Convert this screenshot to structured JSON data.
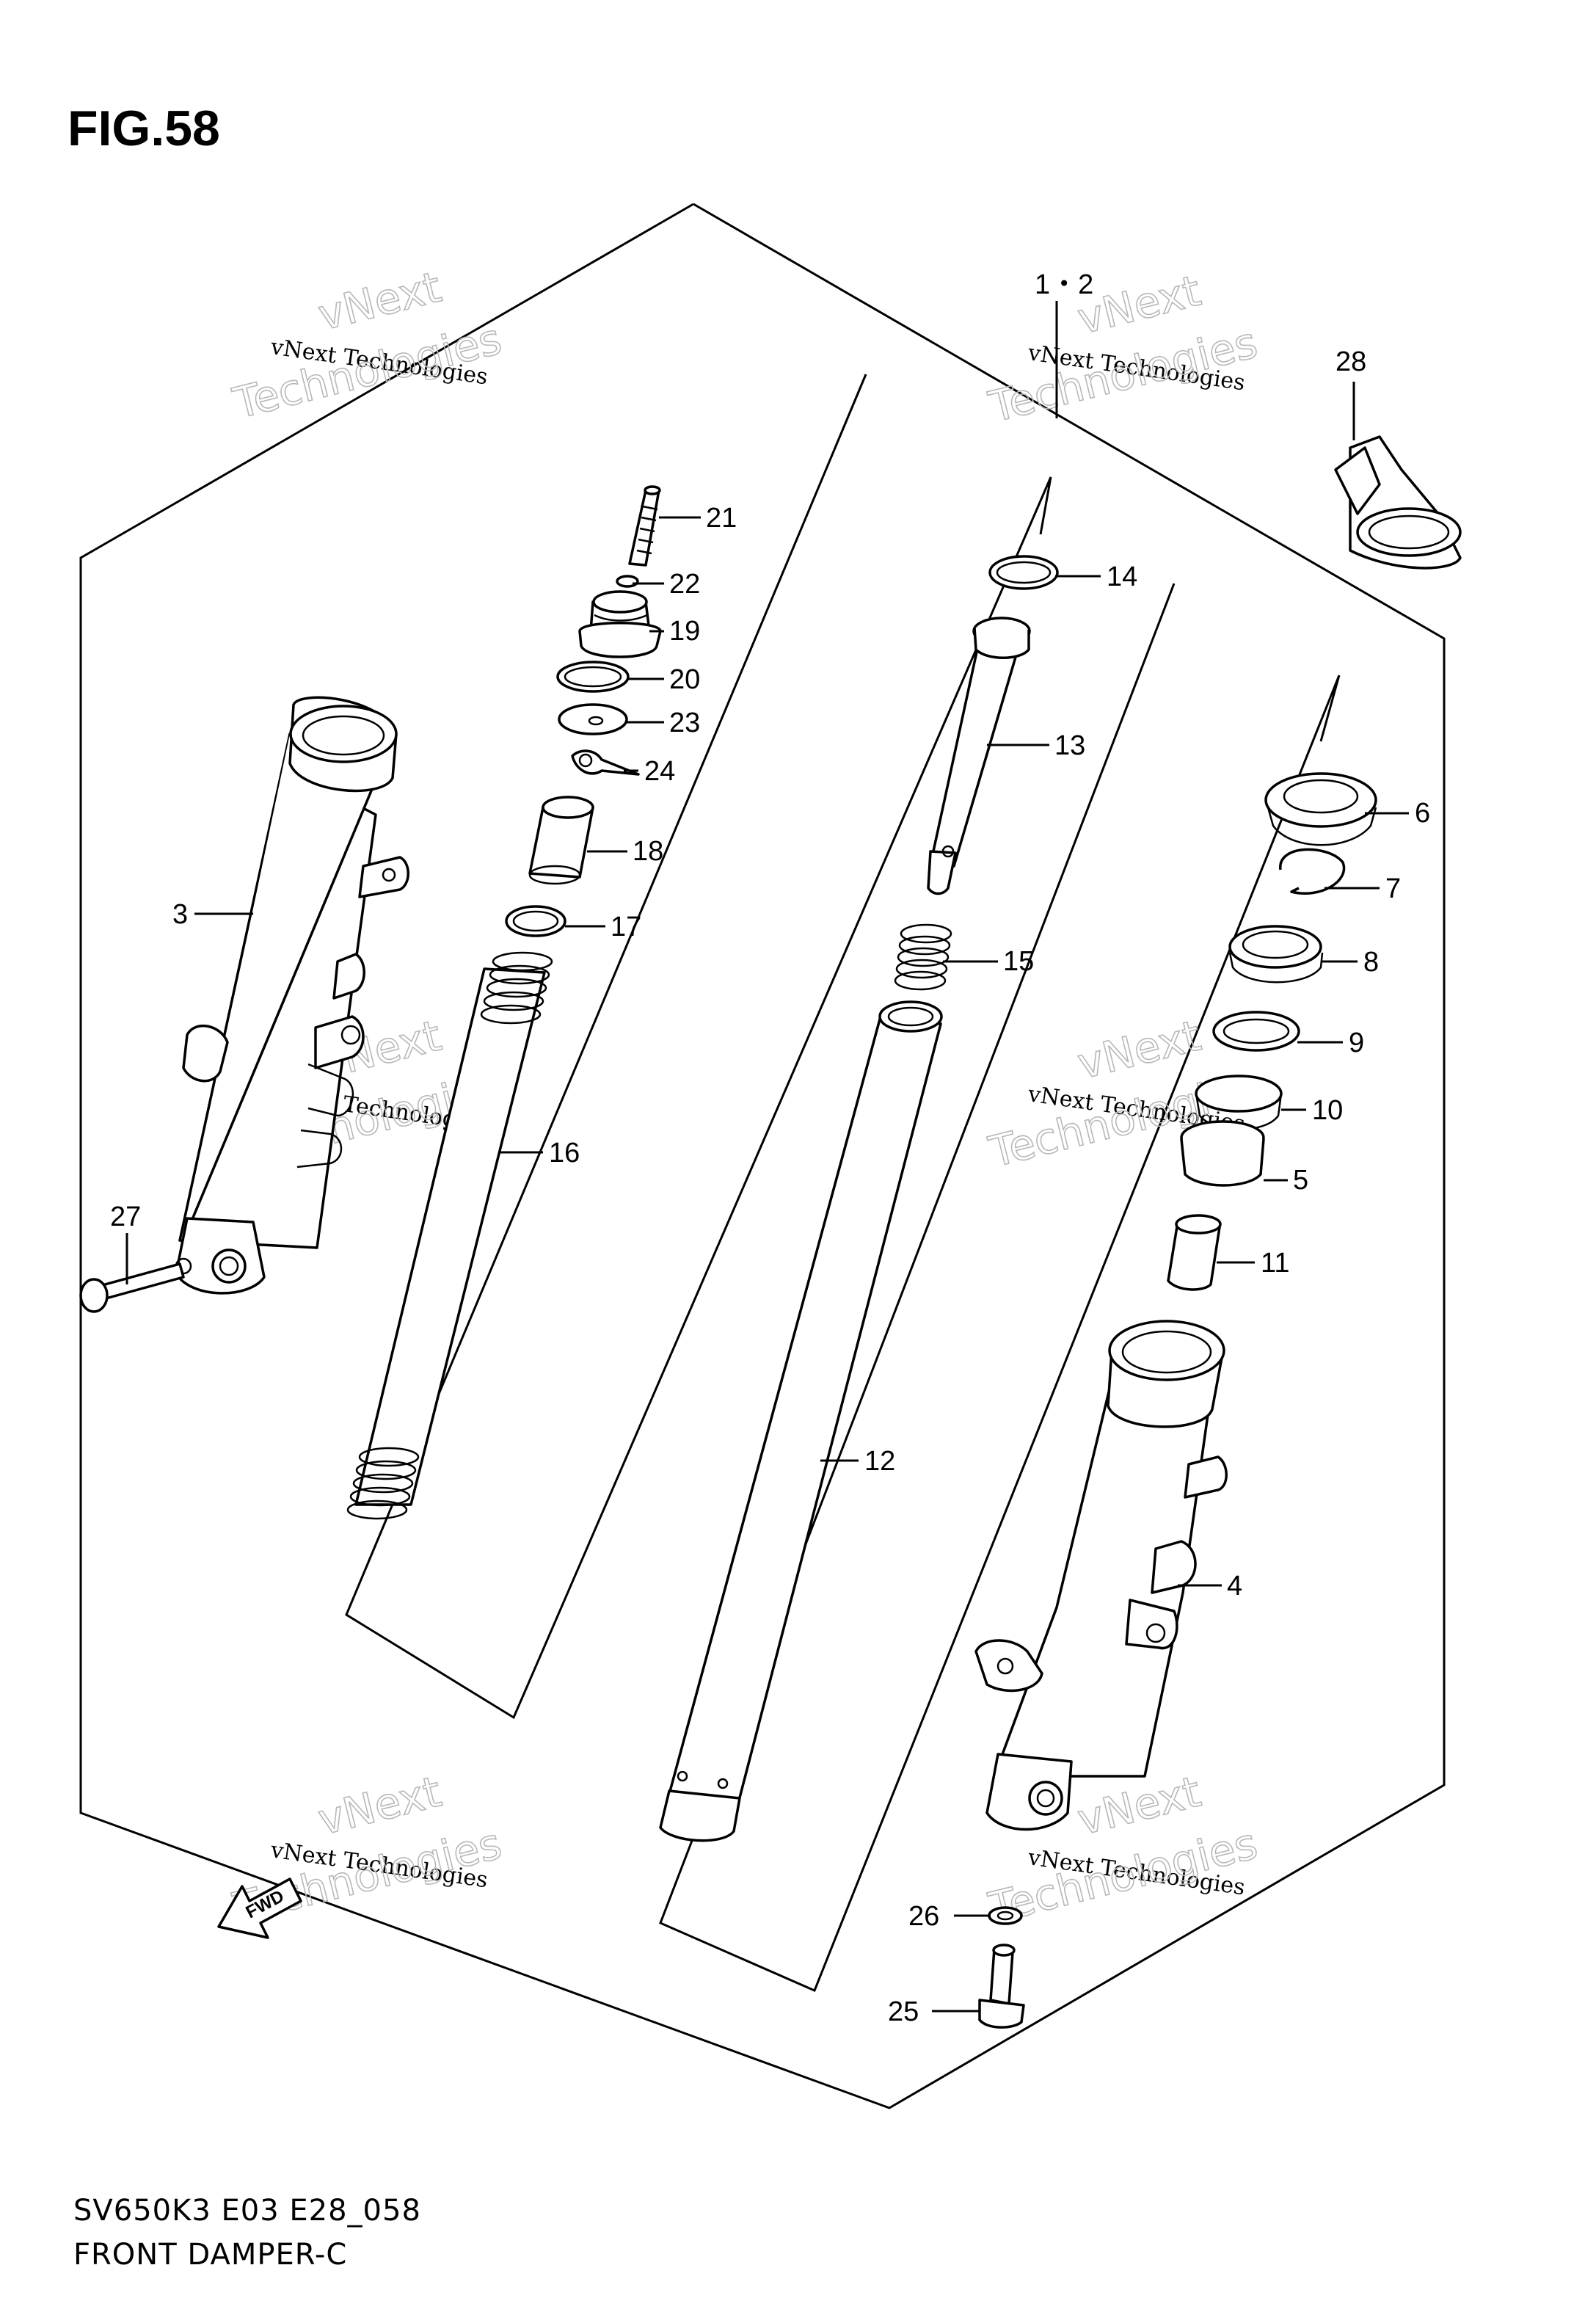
{
  "figure": {
    "title": "FIG.58",
    "model_code": "SV650K3 E03 E28_058",
    "name": "FRONT DAMPER-C"
  },
  "watermark": {
    "small": "vNext Technologies",
    "large": "Technologies",
    "brand": "vNext"
  },
  "callouts": {
    "c1_2": "1・2",
    "c3": "3",
    "c4": "4",
    "c5": "5",
    "c6": "6",
    "c7": "7",
    "c8": "8",
    "c9": "9",
    "c10": "10",
    "c11": "11",
    "c12": "12",
    "c13": "13",
    "c14": "14",
    "c15": "15",
    "c16": "16",
    "c17": "17",
    "c18": "18",
    "c19": "19",
    "c20": "20",
    "c21": "21",
    "c22": "22",
    "c23": "23",
    "c24": "24",
    "c25": "25",
    "c26": "26",
    "c27": "27",
    "c28": "28"
  },
  "fwd_label": "FWD"
}
